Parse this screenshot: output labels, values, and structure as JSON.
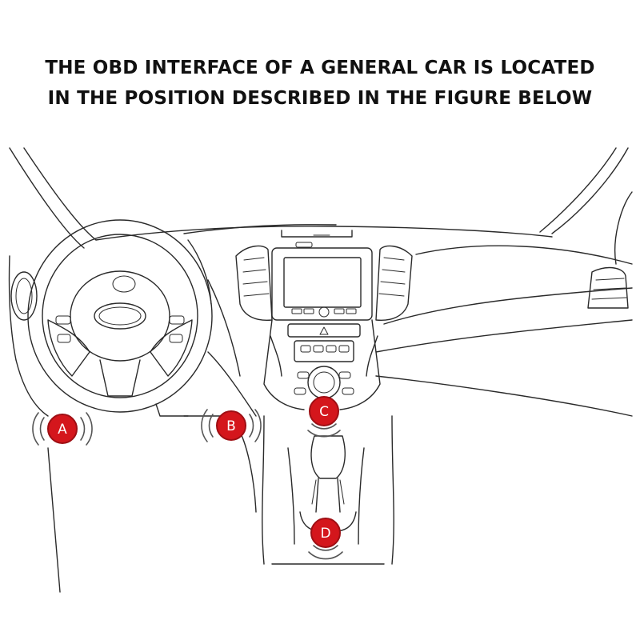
{
  "title": {
    "line1": "THE OBD INTERFACE OF A GENERAL CAR IS LOCATED",
    "line2": "IN THE POSITION DESCRIBED IN THE FIGURE BELOW"
  },
  "markers": [
    {
      "label": "A"
    },
    {
      "label": "B"
    },
    {
      "label": "C"
    },
    {
      "label": "D"
    }
  ],
  "colors": {
    "marker_fill": "#d4161c",
    "line": "#2a2a2a",
    "background": "#ffffff"
  }
}
